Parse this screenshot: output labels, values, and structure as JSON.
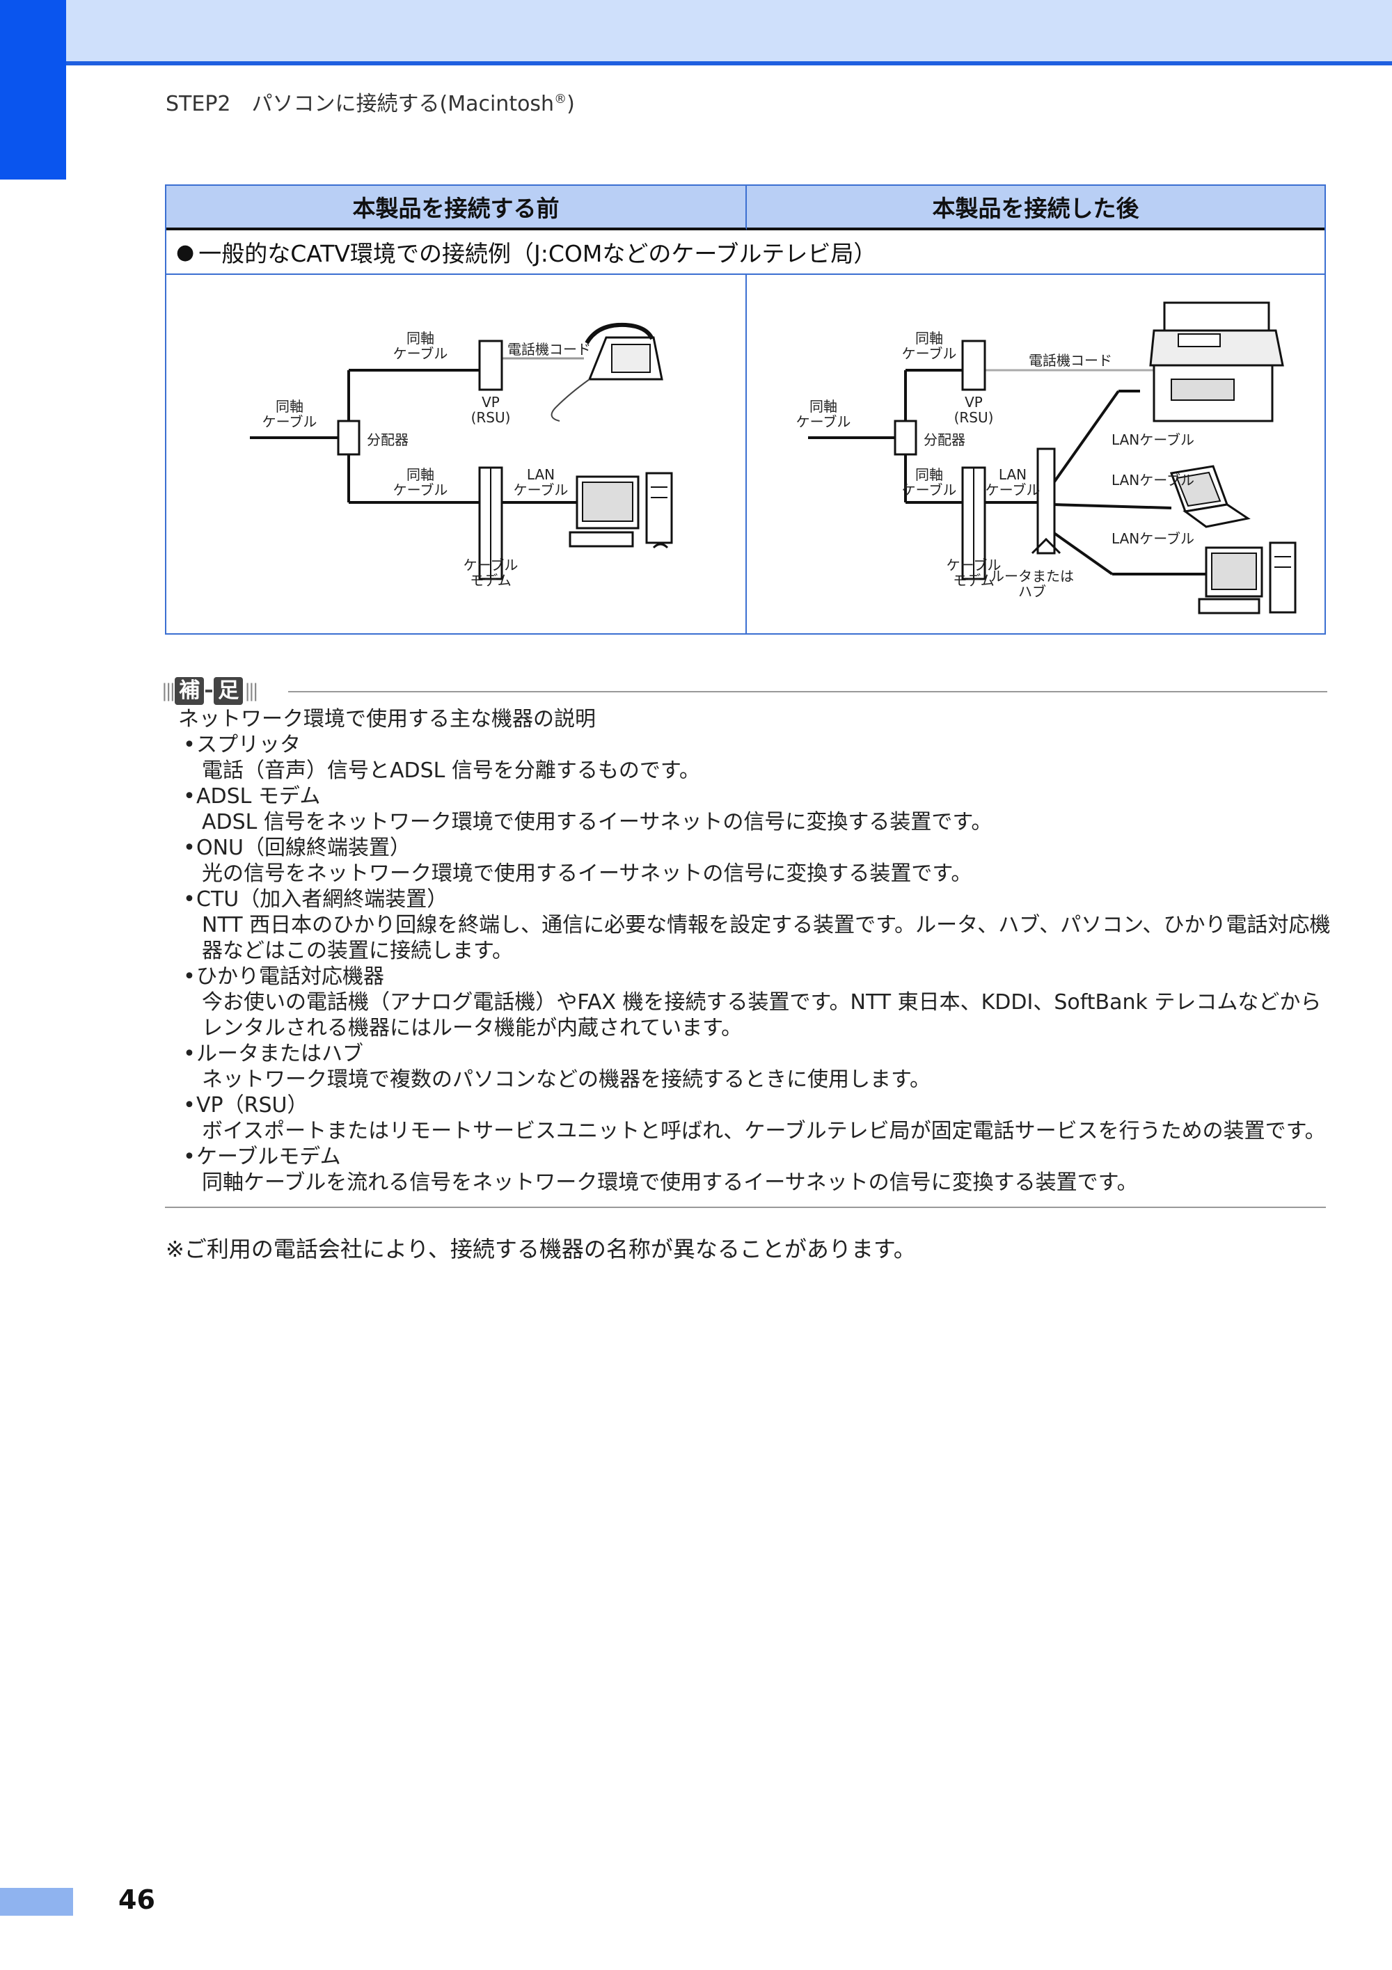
{
  "header": {
    "breadcrumb": "STEP2　パソコンに接続する(Macintosh",
    "breadcrumb_sup": "®",
    "breadcrumb_end": ")"
  },
  "table": {
    "col_before": "本製品を接続する前",
    "col_after": "本製品を接続した後",
    "row_bullet": "●",
    "row_title": "一般的なCATV環境での接続例（J:COMなどのケーブルテレビ局）"
  },
  "diagram": {
    "coax_1": "同軸",
    "coax_2": "ケーブル",
    "splitter": "分配器",
    "phone_cord": "電話機コード",
    "vp": "VP",
    "rsu": "(RSU)",
    "lan": "LAN",
    "cable": "ケーブル",
    "modem_1": "ケーブル",
    "modem_2": "モデム",
    "router_1": "ルータまたは",
    "router_2": "ハブ",
    "lan_cable": "LANケーブル"
  },
  "note": {
    "badge_1": "補",
    "badge_2": "足",
    "intro": "ネットワーク環境で使用する主な機器の説明",
    "items": [
      {
        "term": "スプリッタ",
        "desc": "電話（音声）信号とADSL 信号を分離するものです。"
      },
      {
        "term": "ADSL モデム",
        "desc": "ADSL 信号をネットワーク環境で使用するイーサネットの信号に変換する装置です。"
      },
      {
        "term": "ONU（回線終端装置）",
        "desc": "光の信号をネットワーク環境で使用するイーサネットの信号に変換する装置です。"
      },
      {
        "term": "CTU（加入者網終端装置）",
        "desc": "NTT 西日本のひかり回線を終端し、通信に必要な情報を設定する装置です。ルータ、ハブ、パソコン、ひかり電話対応機器などはこの装置に接続します。"
      },
      {
        "term": "ひかり電話対応機器",
        "desc": "今お使いの電話機（アナログ電話機）やFAX 機を接続する装置です。NTT 東日本、KDDI、SoftBank テレコムなどからレンタルされる機器にはルータ機能が内蔵されています。"
      },
      {
        "term": "ルータまたはハブ",
        "desc": "ネットワーク環境で複数のパソコンなどの機器を接続するときに使用します。"
      },
      {
        "term": "VP（RSU）",
        "desc": "ボイスポートまたはリモートサービスユニットと呼ばれ、ケーブルテレビ局が固定電話サービスを行うための装置です。"
      },
      {
        "term": "ケーブルモデム",
        "desc": "同軸ケーブルを流れる信号をネットワーク環境で使用するイーサネットの信号に変換する装置です。"
      }
    ]
  },
  "footnote": "※ご利用の電話会社により、接続する機器の名称が異なることがあります。",
  "page_number": "46"
}
